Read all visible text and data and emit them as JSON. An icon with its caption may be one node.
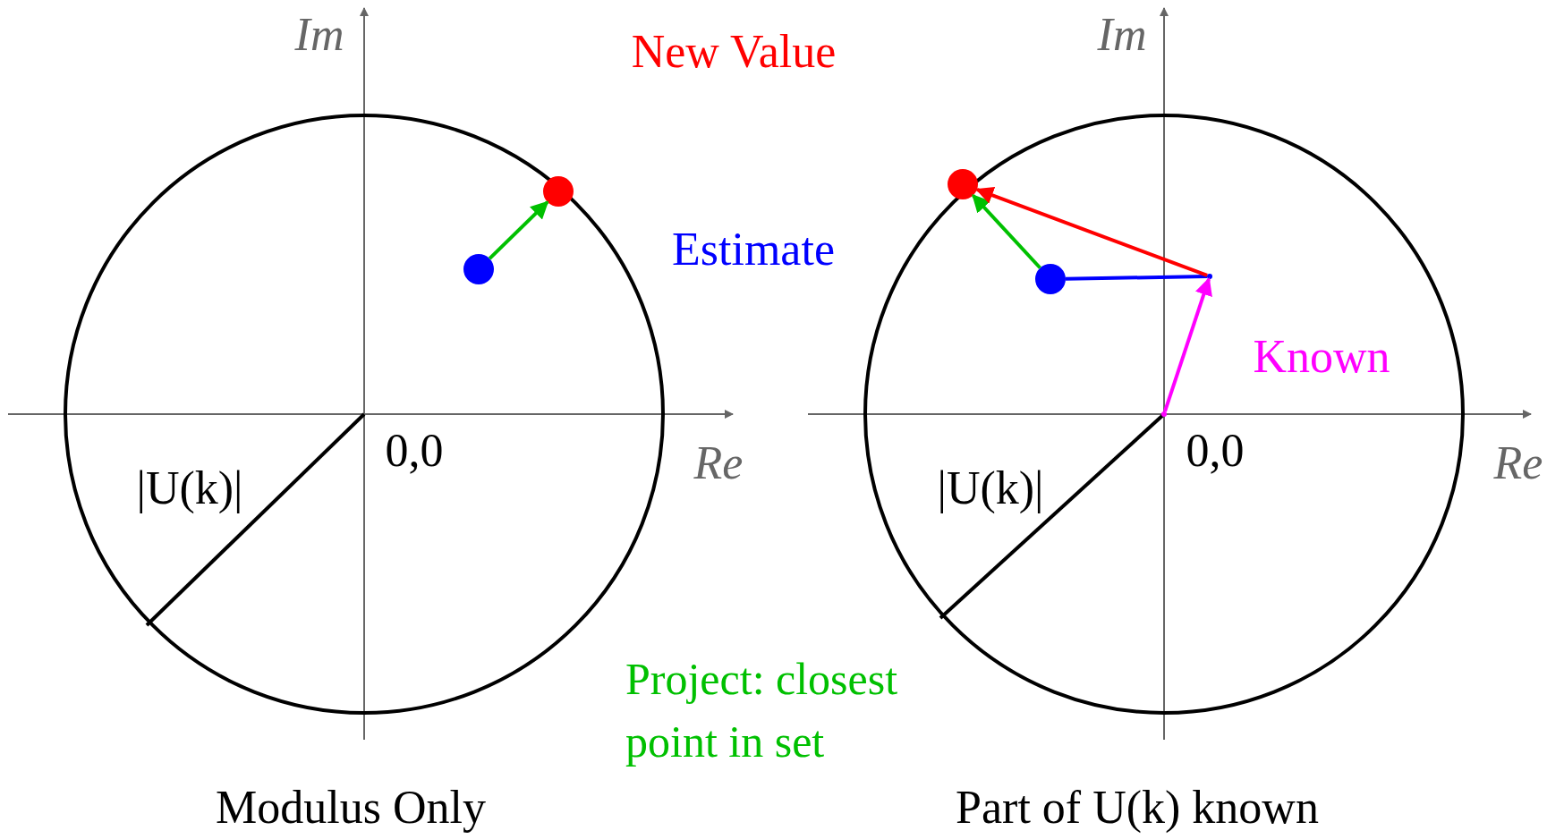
{
  "diagram": {
    "nodes": [
      {
        "text": [],
        "shape": "circle"
      },
      {
        "text": [],
        "shape": "circle"
      },
      {
        "text": [],
        "shape": "circle"
      },
      {
        "text": [],
        "shape": "circle"
      },
      {
        "text": [],
        "shape": "point"
      },
      {
        "text": [],
        "shape": "point"
      }
    ],
    "edges": [
      {
        "from": 1,
        "to": 0,
        "arrow": "to",
        "color": "#00c000"
      },
      {
        "from": 3,
        "to": 2,
        "arrow": "to",
        "color": "#00c000"
      },
      {
        "from": 4,
        "to": 5,
        "arrow": "to",
        "color": "#ff00ff"
      },
      {
        "from": 3,
        "to": 5,
        "arrow": "none",
        "color": "#0000ff"
      },
      {
        "from": 5,
        "to": 2,
        "arrow": "to",
        "color": "#ff0000"
      }
    ],
    "labels": [
      "Im",
      "New Value",
      "Im",
      "Estimate",
      "Known",
      "0,0",
      "Re",
      "0,0",
      "Re",
      "|U(k)|",
      "|U(k)|",
      "Project: closest point in set",
      "Modulus Only",
      "Part of U(k) known"
    ]
  }
}
